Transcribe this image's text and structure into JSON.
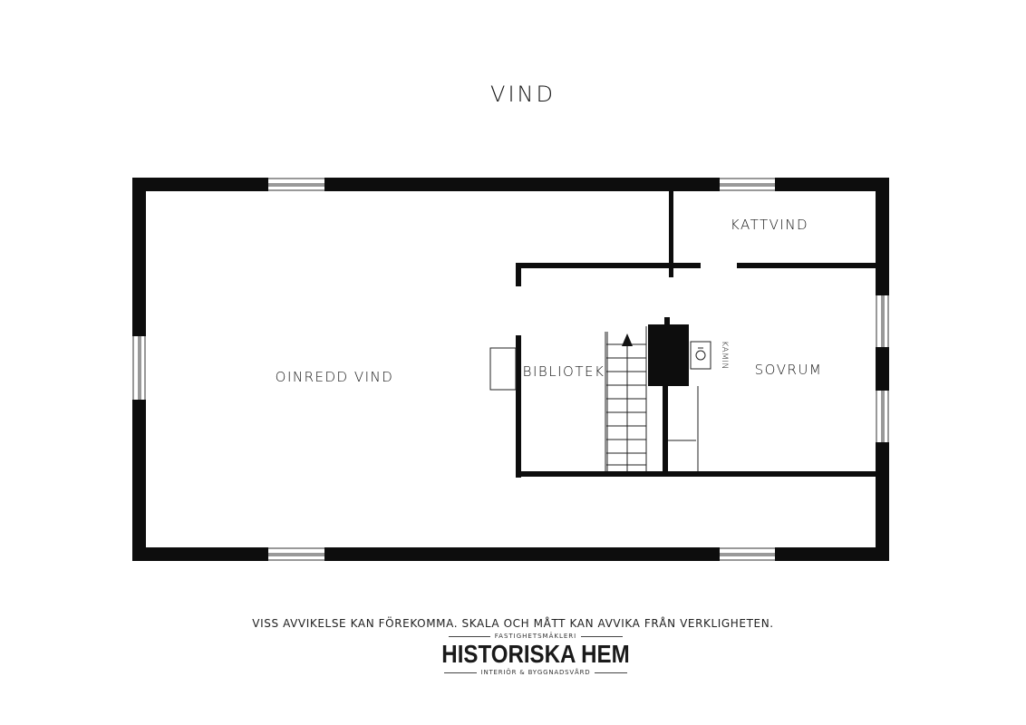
{
  "floor": {
    "title": "VIND",
    "rooms": {
      "oinredd_vind": "OINREDD VIND",
      "kattvind": "KATTVIND",
      "bibliotek": "BIBLIOTEK",
      "sovrum": "SOVRUM",
      "kamin": "KAMIN"
    }
  },
  "footer": {
    "disclaimer": "VISS AVVIKELSE KAN FÖREKOMMA. SKALA OCH MÅTT KAN AVVIKA FRÅN VERKLIGHETEN."
  },
  "brand": {
    "tagline_top": "FASTIGHETSMÄKLERI",
    "name": "HISTORISKA HEM",
    "tagline_bottom": "INTERIÖR & BYGGNADSVÅRD"
  },
  "colors": {
    "wall": "#0d0d0d",
    "background": "#ffffff"
  }
}
